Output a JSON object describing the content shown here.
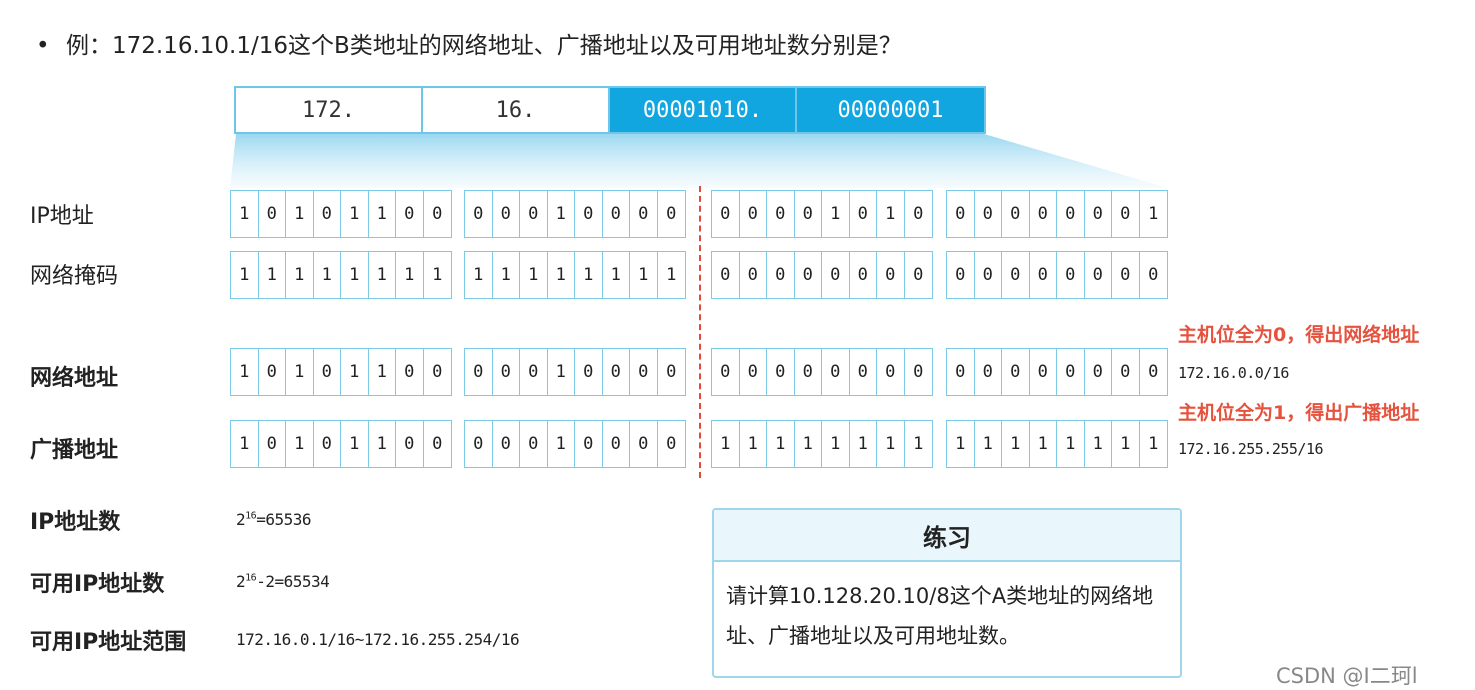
{
  "question": {
    "bullet": "•",
    "text": "例：172.16.10.1/16这个B类地址的网络地址、广播地址以及可用地址数分别是？"
  },
  "header_octets": [
    {
      "label": "172.",
      "highlight": false
    },
    {
      "label": "16.",
      "highlight": false
    },
    {
      "label": "00001010.",
      "highlight": true
    },
    {
      "label": "00000001",
      "highlight": true
    }
  ],
  "rows": [
    {
      "label": "IP地址",
      "bold": false,
      "octets": [
        "10101100",
        "00010000",
        "00001010",
        "00000001"
      ]
    },
    {
      "label": "网络掩码",
      "bold": false,
      "octets": [
        "11111111",
        "11111111",
        "00000000",
        "00000000"
      ]
    },
    {
      "label": "网络地址",
      "bold": true,
      "octets": [
        "10101100",
        "00010000",
        "00000000",
        "00000000"
      ]
    },
    {
      "label": "广播地址",
      "bold": true,
      "octets": [
        "10101100",
        "00010000",
        "11111111",
        "11111111"
      ]
    }
  ],
  "notes": {
    "network_note": "主机位全为0，得出网络地址",
    "network_value": "172.16.0.0/16",
    "broadcast_note": "主机位全为1，得出广播地址",
    "broadcast_value": "172.16.255.255/16"
  },
  "stats": {
    "ip_count_label": "IP地址数",
    "ip_count_base": "2",
    "ip_count_exp": "16",
    "ip_count_rest": "=65536",
    "usable_count_label": "可用IP地址数",
    "usable_count_base": "2",
    "usable_count_exp": "16",
    "usable_count_rest": "-2=65534",
    "usable_range_label": "可用IP地址范围",
    "usable_range_value": "172.16.0.1/16~172.16.255.254/16"
  },
  "practice": {
    "title": "练习",
    "body": "请计算10.128.20.10/8这个A类地址的网络地址、广播地址以及可用地址数。"
  },
  "watermark": "CSDN @I二珂l",
  "colors": {
    "accent": "#12a6e0",
    "cell_border": "#7ccbe6",
    "note_red": "#e5533f",
    "divider": "#e24a3b"
  }
}
